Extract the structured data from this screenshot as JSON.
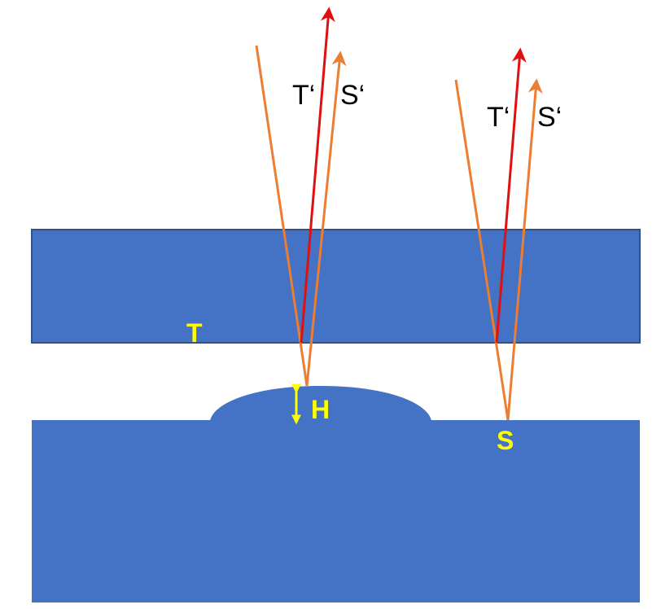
{
  "labels": {
    "top_layer": "T",
    "bump_height": "H",
    "substrate_point": "S",
    "left_reflection_top": "T‘",
    "left_reflection_substrate": "S‘",
    "right_reflection_top": "T‘",
    "right_reflection_substrate": "S‘"
  },
  "colors": {
    "layer_fill": "#4472C4",
    "layer_stroke": "#2F528F",
    "incident_ray": "#ED7D31",
    "reflected_top_ray": "#E01010",
    "reflected_substrate_ray": "#ED7D31",
    "label_yellow": "#FFFF00",
    "label_dark": "#000000"
  },
  "icons": {
    "height_marker": "double-arrow-vertical-icon"
  }
}
